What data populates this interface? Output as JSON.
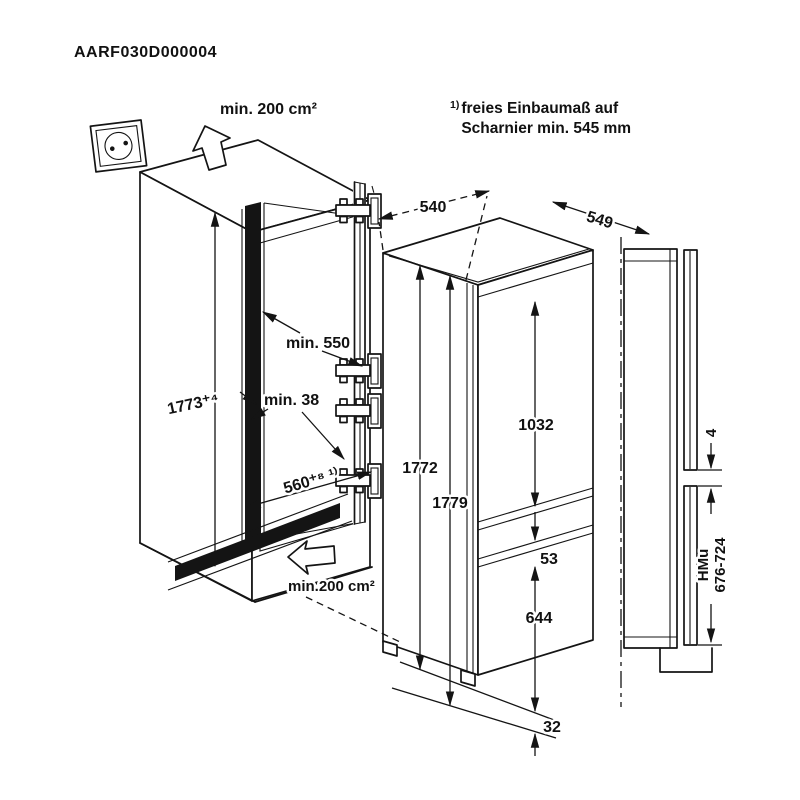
{
  "drawing": {
    "code": "AARF030D000004",
    "footnote": {
      "marker": "1)",
      "text": "freies Einbaumaß auf\nScharnier min. 545 mm"
    },
    "vents": {
      "top": "min. 200 cm²",
      "bottom": "min.200 cm²"
    },
    "niche": {
      "height": "1773⁺⁴",
      "depth": "min. 550",
      "rear_gap": "min. 38",
      "width": "560⁺⁸ ¹⁾"
    },
    "appliance": {
      "width": "540",
      "depth": "549",
      "height_a": "1772",
      "height_b": "1779",
      "upper_door": "1032",
      "door_gap": "53",
      "lower_door": "644",
      "bottom_clearance": "32"
    },
    "panels": {
      "gap": "4",
      "hmu_label": "HMu",
      "hmu_range": "676-724"
    }
  }
}
